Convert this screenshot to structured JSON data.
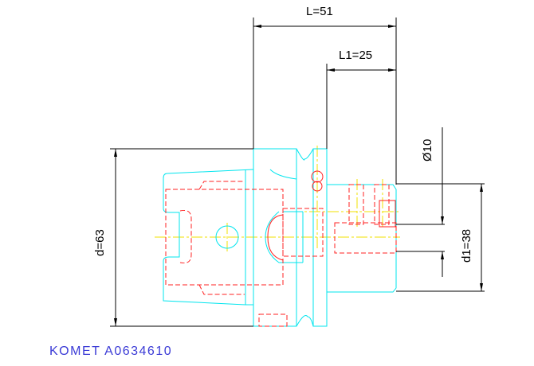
{
  "caption": "KOMET A0634610",
  "dimensions": {
    "L": "L=51",
    "L1": "L1=25",
    "d": "d=63",
    "d1": "d1=38",
    "dia": "Ø10"
  },
  "colors": {
    "outline": "#00e5ee",
    "hidden": "#ff2020",
    "centerline": "#f0e000",
    "dimension": "#000000",
    "caption": "#3b3bd6"
  }
}
